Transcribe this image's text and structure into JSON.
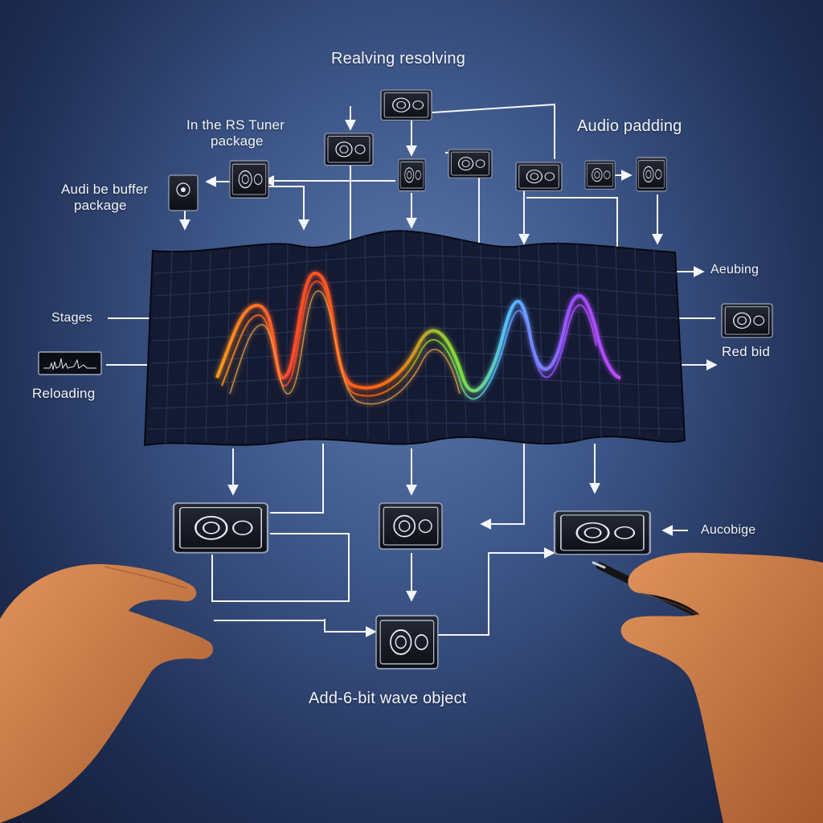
{
  "labels": {
    "top": "Realving resolving",
    "package_left_1": "In the RS Tuner",
    "package_left_2": "package",
    "audio_padding": "Audio padding",
    "audio_buffer_1": "Audi be buffer",
    "audio_buffer_2": "package",
    "stages": "Stages",
    "reloading": "Reloading",
    "right_upper": "Aeubing",
    "right_lower": "Red bid",
    "right_bottom": "Aucobige",
    "bottom": "Add-6-bit wave object"
  },
  "colors": {
    "background": "#2f4576",
    "grid_surface": "#14182e",
    "wave_warm": "#ff6a1a",
    "wave_cool": "#7a4dff",
    "line": "#f4f6fa"
  },
  "icons": [
    "module-icon-top",
    "module-icon-left-a",
    "module-icon-left-b",
    "module-icon-center",
    "module-icon-mid",
    "module-icon-right-a",
    "module-icon-right-b",
    "module-icon-right-c",
    "speaker-icon",
    "waveform-thumbnail-icon",
    "module-icon-side-right",
    "module-icon-bottom-left",
    "module-icon-bottom-center",
    "module-icon-bottom-right",
    "module-icon-final"
  ]
}
